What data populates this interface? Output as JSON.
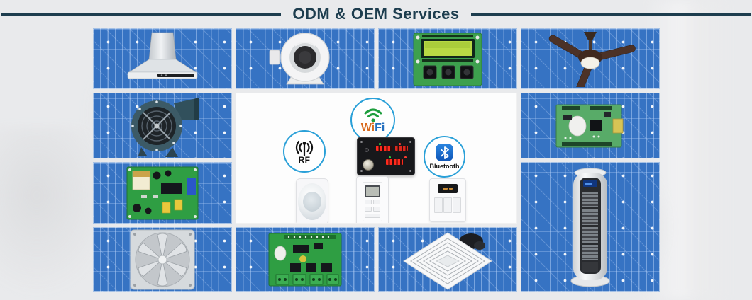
{
  "header": {
    "title": "ODM & OEM Services"
  },
  "center": {
    "rf_label": "RF",
    "wifi_label_wi": "Wi",
    "wifi_label_fi": "Fi",
    "bluetooth_label": "Bluetooth"
  },
  "products": [
    "range-hood",
    "inline-duct-fan",
    "lcd-display-control-board",
    "ceiling-fan",
    "centrifugal-blower",
    "wifi-module-pcb",
    "power-control-pcb",
    "tower-fan",
    "axial-fan",
    "terminal-control-pcb",
    "ceiling-exhaust-fan"
  ],
  "center_items": [
    "rf-remote-icon",
    "wifi-icon",
    "bluetooth-icon",
    "led-control-panel",
    "pir-motion-sensor",
    "wall-lcd-controller",
    "wall-switch"
  ],
  "colors": {
    "title": "#1d3d4e",
    "tile_blue": "#3673c3",
    "circuit_trace": "#bad4f8",
    "icon_ring": "#2aa0d8",
    "wifi_green": "#1e9e3e",
    "wifi_orange": "#d96a1e",
    "wifi_blue": "#2470c0",
    "bluetooth_blue": "#0f56b8",
    "panel_black": "#17181b",
    "display_red": "#ff2a1d",
    "pcb_green": "#2f9e43"
  }
}
